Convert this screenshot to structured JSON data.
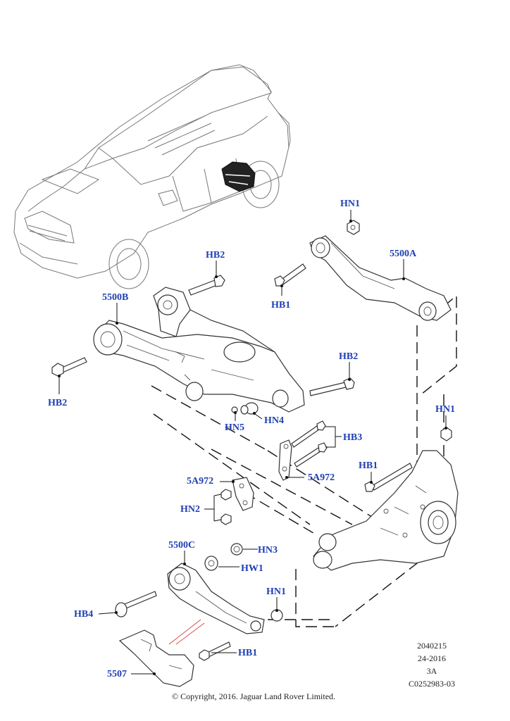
{
  "diagram": {
    "callouts": {
      "hn1_top": "HN1",
      "a5500": "5500A",
      "hb2_top": "HB2",
      "hb1_top": "HB1",
      "b5500": "5500B",
      "hb2_left": "HB2",
      "hb2_right": "HB2",
      "hn5": "HN5",
      "hn4": "HN4",
      "hb3": "HB3",
      "hn1_right": "HN1",
      "hb1_right": "HB1",
      "a5a972_left": "5A972",
      "a5a972_right": "5A972",
      "hn2": "HN2",
      "c5500": "5500C",
      "hn3": "HN3",
      "hw1": "HW1",
      "hn1_bottom": "HN1",
      "hb4": "HB4",
      "hb1_bottom": "HB1",
      "p5507": "5507"
    },
    "info_block": {
      "line1": "2040215",
      "line2": "24-2016",
      "line3": "3A",
      "line4": "C0252983-03"
    },
    "copyright": "© Copyright, 2016. Jaguar Land Rover Limited."
  }
}
